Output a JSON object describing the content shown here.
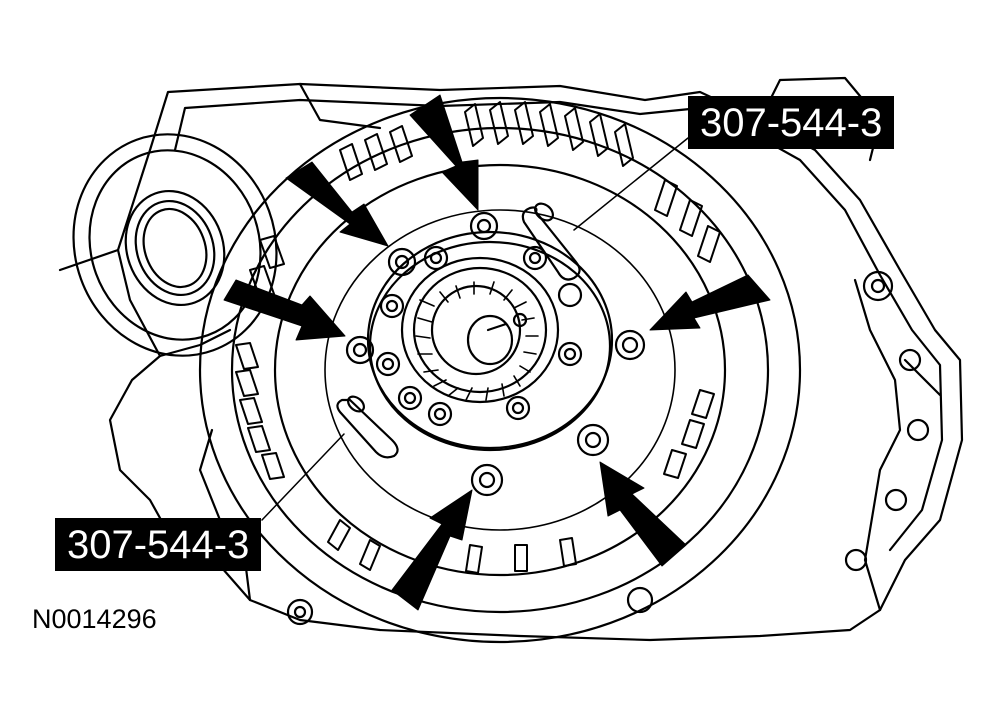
{
  "callouts": {
    "top_tool": "307-544-3",
    "bottom_tool": "307-544-3"
  },
  "figure_id": "N0014296",
  "icons": [
    "arrow-icon",
    "bolt-icon",
    "guide-pin-icon"
  ],
  "colors": {
    "line": "#000000",
    "background": "#ffffff",
    "label_bg": "#000000",
    "label_text": "#ffffff"
  }
}
